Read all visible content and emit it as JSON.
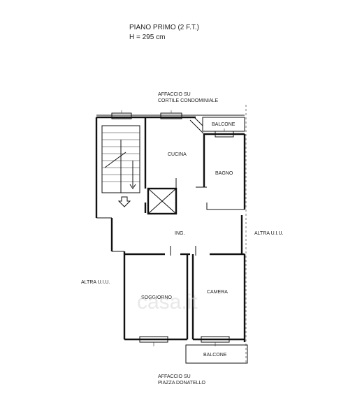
{
  "header": {
    "title": "PIANO PRIMO (2 F.T.)",
    "height": "H = 295 cm"
  },
  "labels": {
    "top_facing_line1": "AFFACCIO SU",
    "top_facing_line2": "CORTILE CONDOMINIALE",
    "bottom_facing_line1": "AFFACCIO SU",
    "bottom_facing_line2": "PIAZZA DONATELLO",
    "right_other": "ALTRA U.I.U.",
    "left_other": "ALTRA U.I.U."
  },
  "rooms": {
    "cucina": "CUCINA",
    "bagno": "BAGNO",
    "ingresso": "ING.",
    "soggiorno": "SOGGIORNO",
    "camera": "CAMERA",
    "balcone_top": "BALCONE",
    "balcone_bottom": "BALCONE"
  },
  "watermark": "casa.it"
}
